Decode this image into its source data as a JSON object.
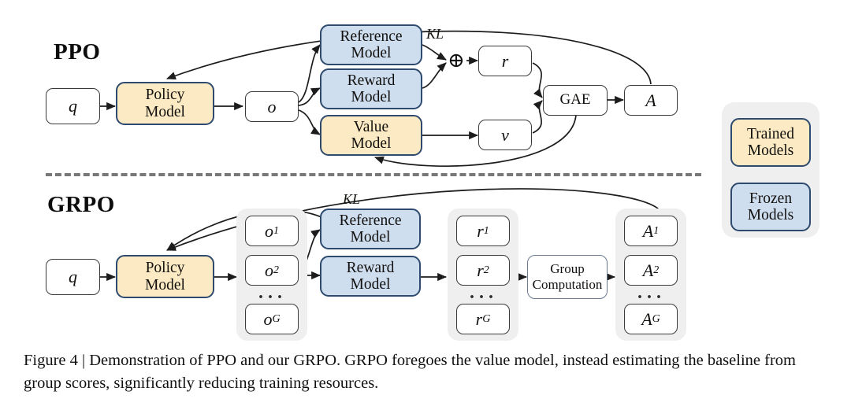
{
  "figure": {
    "sections": [
      {
        "id": "ppo",
        "title": "PPO"
      },
      {
        "id": "grpo",
        "title": "GRPO"
      }
    ],
    "ppo": {
      "input": "q",
      "policy": "Policy\nModel",
      "policy_line1": "Policy",
      "policy_line2": "Model",
      "output": "o",
      "reference_line1": "Reference",
      "reference_line2": "Model",
      "reward_line1": "Reward",
      "reward_line2": "Model",
      "value_line1": "Value",
      "value_line2": "Model",
      "kl_label": "KL",
      "plus_symbol": "⊕",
      "reward_var": "r",
      "value_var": "v",
      "gae": "GAE",
      "advantage": "A"
    },
    "grpo": {
      "input": "q",
      "policy_line1": "Policy",
      "policy_line2": "Model",
      "kl_label": "KL",
      "outputs": [
        {
          "base": "o",
          "sub": "1"
        },
        {
          "base": "o",
          "sub": "2"
        },
        {
          "base": "o",
          "sub": "G"
        }
      ],
      "outputs_dots": "···",
      "reference_line1": "Reference",
      "reference_line2": "Model",
      "reward_line1": "Reward",
      "reward_line2": "Model",
      "rewards": [
        {
          "base": "r",
          "sub": "1"
        },
        {
          "base": "r",
          "sub": "2"
        },
        {
          "base": "r",
          "sub": "G"
        }
      ],
      "rewards_dots": "···",
      "group_computation_line1": "Group",
      "group_computation_line2": "Computation",
      "advantages": [
        {
          "base": "A",
          "sub": "1"
        },
        {
          "base": "A",
          "sub": "2"
        },
        {
          "base": "A",
          "sub": "G"
        }
      ],
      "advantages_dots": "···"
    },
    "legend": [
      {
        "line1": "Trained",
        "line2": "Models",
        "kind": "trained"
      },
      {
        "line1": "Frozen",
        "line2": "Models",
        "kind": "frozen"
      }
    ]
  },
  "caption": {
    "text": "Figure 4 | Demonstration of PPO and our GRPO. GRPO foregoes the value model, instead estimating the baseline from group scores, significantly reducing training resources."
  },
  "colors": {
    "trained_fill": "#fbeac3",
    "frozen_fill": "#cedeef",
    "model_border": "#2e4a6e",
    "plain_border": "#3a3a3a",
    "group_bg": "#efefef",
    "divider": "#787878",
    "text": "#12100e"
  }
}
